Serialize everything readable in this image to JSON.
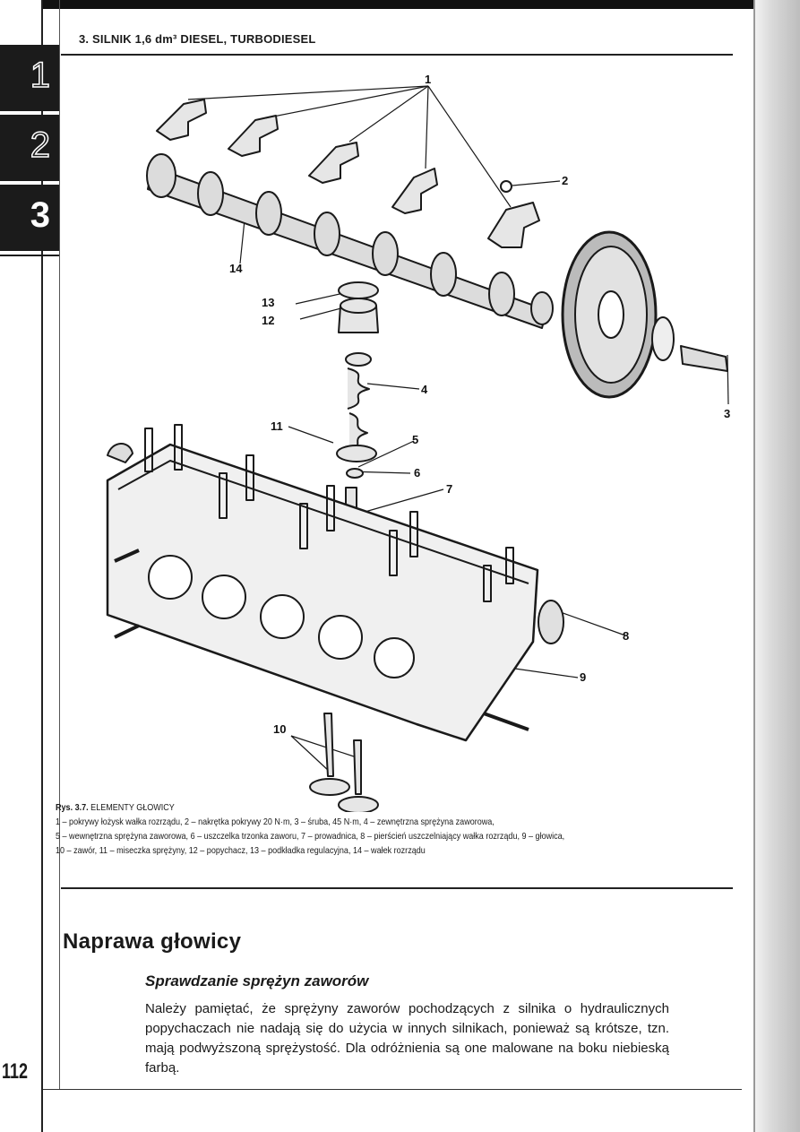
{
  "page": {
    "running_head": "3. SILNIK 1,6 dm³ DIESEL, TURBODIESEL",
    "page_number": "112"
  },
  "chapter_tabs": [
    {
      "label": "1",
      "state": "outline"
    },
    {
      "label": "2",
      "state": "outline"
    },
    {
      "label": "3",
      "state": "active"
    }
  ],
  "figure": {
    "callouts": [
      "1",
      "2",
      "3",
      "4",
      "5",
      "6",
      "7",
      "8",
      "9",
      "10",
      "11",
      "12",
      "13",
      "14"
    ]
  },
  "caption": {
    "id": "Rys. 3.7.",
    "title": "ELEMENTY GŁOWICY",
    "lines": [
      "1 – pokrywy łożysk wałka rozrządu, 2 – nakrętka pokrywy 20 N·m, 3 – śruba, 45 N·m, 4 – zewnętrzna sprężyna zaworowa,",
      "5 – wewnętrzna sprężyna zaworowa, 6 – uszczelka trzonka zaworu, 7 – prowadnica, 8 – pierścień uszczelniający wałka rozrządu, 9 – głowica,",
      "10 – zawór, 11 – miseczka sprężyny, 12 – popychacz, 13 – podkładka regulacyjna, 14 – wałek rozrządu"
    ]
  },
  "section": {
    "title": "Naprawa głowicy",
    "subtitle": "Sprawdzanie sprężyn zaworów",
    "paragraph": "Należy pamiętać, że sprężyny zaworów pochodzących z silnika o hydraulicznych popychaczach nie nadają się do użycia w innych silnikach, ponieważ są krótsze, tzn. mają podwyższoną sprężystość. Dla odróżnienia są one malowane na boku niebieską farbą."
  }
}
